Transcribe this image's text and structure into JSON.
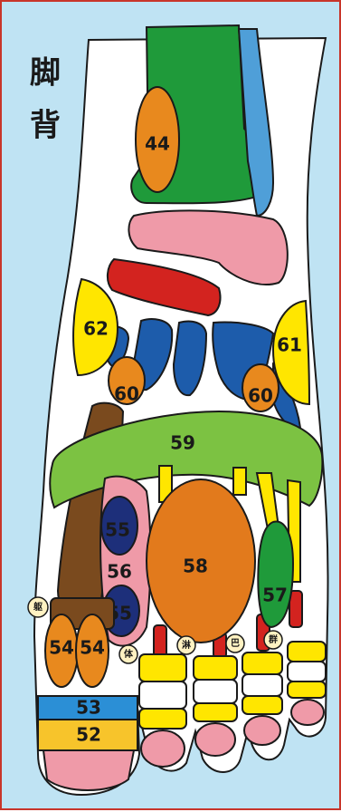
{
  "title": {
    "line1": "脚",
    "line2": "背"
  },
  "colors": {
    "background": "#bfe3f3",
    "border": "#c8352a",
    "skin": "#ffffff",
    "green": "#1f9a3a",
    "light_green": "#7cc242",
    "orange": "#e8891e",
    "dark_orange": "#e27a1c",
    "pink": "#ef9aa8",
    "red": "#d3231f",
    "yellow": "#ffe600",
    "navy": "#1d3a8a",
    "blue": "#1d5cab",
    "brown": "#7a4a1e",
    "sky": "#4f9fd8",
    "cream": "#fff2c2"
  },
  "zones": {
    "z44": "44",
    "z62": "62",
    "z61": "61",
    "z60_left": "60",
    "z60_right": "60",
    "z59": "59",
    "z55_top": "55",
    "z55_bottom": "55",
    "z56": "56",
    "z58": "58",
    "z57": "57",
    "z54_left": "54",
    "z54_right": "54",
    "z53": "53",
    "z52": "52"
  },
  "markers": {
    "qu": "躯",
    "ti": "体",
    "lin": "淋",
    "ba": "巴",
    "qun": "群"
  }
}
